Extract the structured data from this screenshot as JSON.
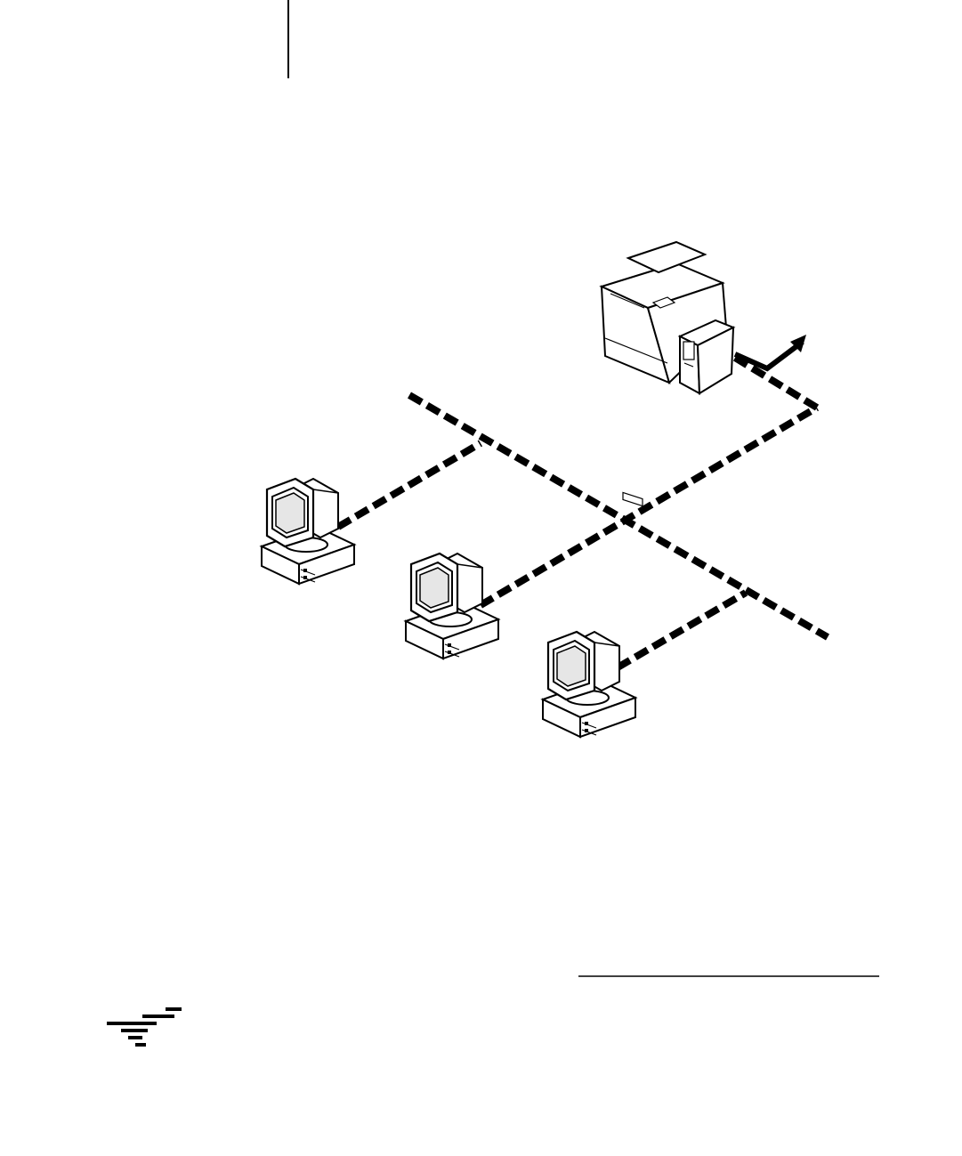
{
  "diagram": {
    "nodes": [
      {
        "id": "printer-with-server",
        "type": "printer-server",
        "icon": "printer-icon"
      },
      {
        "id": "workstation-1",
        "type": "workstation",
        "icon": "computer-icon"
      },
      {
        "id": "workstation-2",
        "type": "workstation",
        "icon": "computer-icon"
      },
      {
        "id": "workstation-3",
        "type": "workstation",
        "icon": "computer-icon"
      }
    ],
    "connections": [
      {
        "from": "workstation-1",
        "to": "network-backbone",
        "style": "dashed-cable"
      },
      {
        "from": "workstation-2",
        "to": "network-hub",
        "style": "dashed-cable"
      },
      {
        "from": "workstation-3",
        "to": "network-backbone",
        "style": "dashed-cable"
      },
      {
        "from": "printer-with-server",
        "to": "network-hub",
        "style": "dashed-cable"
      },
      {
        "from": "printer-with-server",
        "to": "external",
        "style": "solid-arrow"
      }
    ],
    "legend": {
      "icon": "network-cable-icon"
    }
  },
  "colors": {
    "ink": "#000000",
    "paper": "#ffffff",
    "screen": "#e6e6e6"
  }
}
